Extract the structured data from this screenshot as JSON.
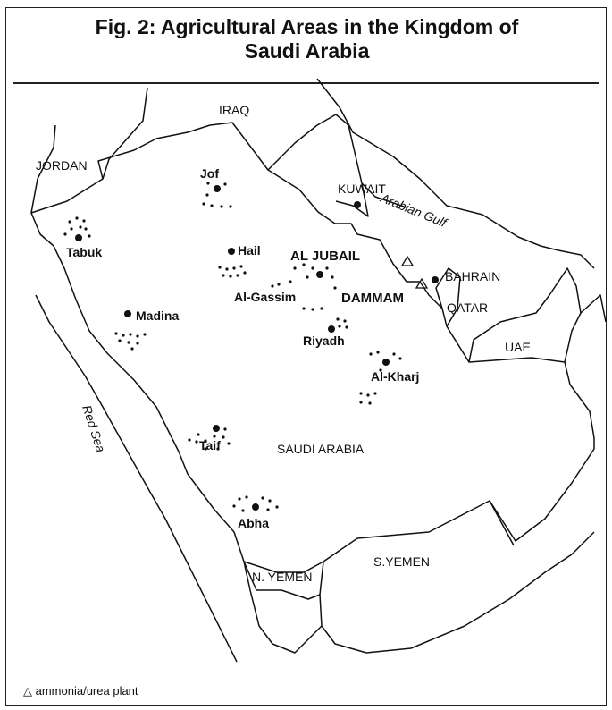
{
  "figure": {
    "title_line1": "Fig. 2: Agricultural Areas in the Kingdom of",
    "title_line2": "Saudi Arabia"
  },
  "countries": {
    "iraq": "IRAQ",
    "jordan": "JORDAN",
    "kuwait": "KUWAIT",
    "bahrain": "BAHRAIN",
    "qatar": "QATAR",
    "uae": "UAE",
    "saudi": "SAUDI ARABIA",
    "n_yemen": "N. YEMEN",
    "s_yemen": "S.YEMEN"
  },
  "water": {
    "red_sea": "Red Sea",
    "arabian_gulf": "Arabian Gulf"
  },
  "places": {
    "jof": "Jof",
    "hail": "Hail",
    "tabuk": "Tabuk",
    "madina": "Madina",
    "al_gassim": "Al-Gassim",
    "riyadh": "Riyadh",
    "al_kharj": "Al-Kharj",
    "taif": "Taif",
    "abha": "Abha",
    "al_jubail": "AL JUBAIL",
    "dammam": "DAMMAM"
  },
  "legend": {
    "symbol": "△",
    "text": "ammonia/urea plant"
  }
}
